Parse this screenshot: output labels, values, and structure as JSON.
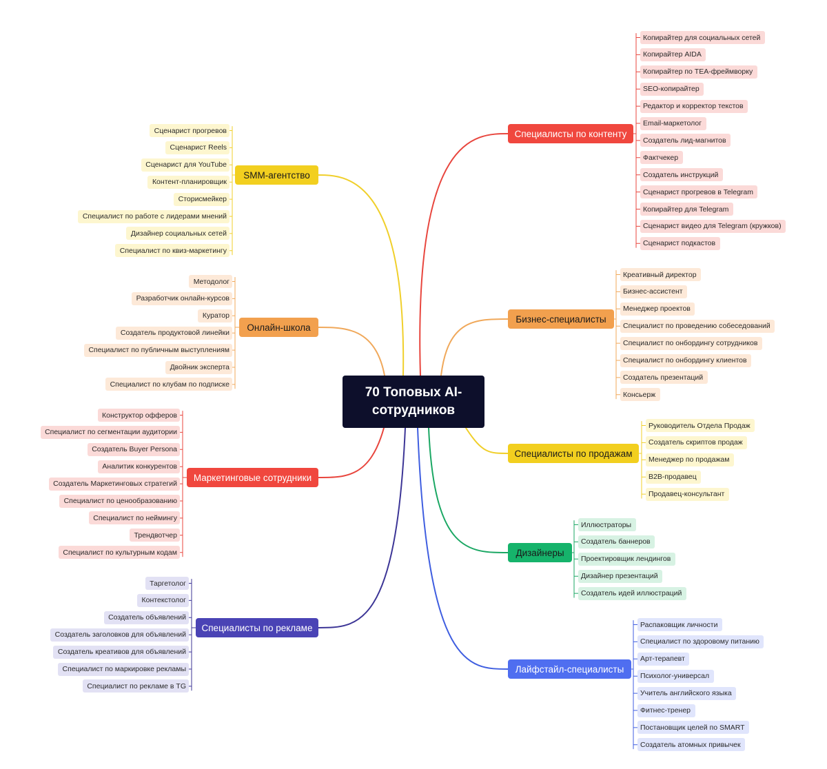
{
  "center_title": "70 Топовых AI-сотрудников",
  "branches": [
    {
      "label": "SMM-агентство",
      "color": "#f2cf1f",
      "text_color": "#1a1a1a",
      "leaf_bg": "#fdf6cf",
      "line": "#f0cf2a",
      "leaves": [
        "Сценарист прогревов",
        "Сценарист Reels",
        "Сценарист для YouTube",
        "Контент-планировщик",
        "Сторисмейкер",
        "Специалист по работе с лидерами мнений",
        "Дизайнер социальных сетей",
        "Специалист по квиз-маркетингу"
      ]
    },
    {
      "label": "Онлайн-школа",
      "color": "#f2a04e",
      "text_color": "#1a1a1a",
      "leaf_bg": "#fde9d8",
      "line": "#f0a85a",
      "leaves": [
        "Методолог",
        "Разработчик онлайн-курсов",
        "Куратор",
        "Создатель продуктовой линейки",
        "Специалист по публичным выступлениям",
        "Двойник эксперта",
        "Специалист по клубам по подписке"
      ]
    },
    {
      "label": "Маркетинговые сотрудники",
      "color": "#f0473e",
      "text_color": "#ffffff",
      "leaf_bg": "#fbdad8",
      "line": "#e8453d",
      "leaves": [
        "Конструктор офферов",
        "Специалист по сегментации аудитории",
        "Создатель Buyer Persona",
        "Аналитик конкурентов",
        "Создатель Маркетинговых стратегий",
        "Специалист по ценообразованию",
        "Специалист по неймингу",
        "Трендвотчер",
        "Специалист по культурным кодам"
      ]
    },
    {
      "label": "Специалисты по рекламе",
      "color": "#4a43b5",
      "text_color": "#ffffff",
      "leaf_bg": "#e2e1f4",
      "line": "#3c3596",
      "leaves": [
        "Таргетолог",
        "Контекстолог",
        "Создатель объявлений",
        "Создатель заголовков для объявлений",
        "Создатель креативов для объявлений",
        "Специалист по маркировке рекламы",
        "Специалист по рекламе в TG"
      ]
    },
    {
      "label": "Специалисты по контенту",
      "color": "#f0473e",
      "text_color": "#ffffff",
      "leaf_bg": "#fbdad8",
      "line": "#e8453d",
      "leaves": [
        "Копирайтер для социальных сетей",
        "Копирайтер AIDA",
        "Копирайтер по TEA-фреймворку",
        "SEO-копирайтер",
        "Редактор и корректор текстов",
        "Email-маркетолог",
        "Создатель лид-магнитов",
        "Фактчекер",
        "Создатель инструкций",
        "Сценарист прогревов в Telegram",
        "Копирайтер для Telegram",
        "Сценарист видео для Telegram (кружков)",
        "Сценарист подкастов"
      ]
    },
    {
      "label": "Бизнес-специалисты",
      "color": "#f2a04e",
      "text_color": "#1a1a1a",
      "leaf_bg": "#fde9d8",
      "line": "#f0a85a",
      "leaves": [
        "Креативный директор",
        "Бизнес-ассистент",
        "Менеджер проектов",
        "Специалист по проведению собеседований",
        "Специалист по онбордингу сотрудников",
        "Специалист по онбордингу клиентов",
        "Создатель презентаций",
        "Консьерж"
      ]
    },
    {
      "label": "Специалисты по продажам",
      "color": "#f2cf1f",
      "text_color": "#1a1a1a",
      "leaf_bg": "#fdf6cf",
      "line": "#f0cf2a",
      "leaves": [
        "Руководитель Отдела Продаж",
        "Создатель скриптов продаж",
        "Менеджер по продажам",
        "B2B-продавец",
        "Продавец-консультант"
      ]
    },
    {
      "label": "Дизайнеры",
      "color": "#16b36b",
      "text_color": "#1a1a1a",
      "leaf_bg": "#d7f2e3",
      "line": "#1aa763",
      "leaves": [
        "Иллюстраторы",
        "Создатель баннеров",
        "Проектировщик лендингов",
        "Дизайнер презентаций",
        "Создатель идей иллюстраций"
      ]
    },
    {
      "label": "Лайфстайл-специалисты",
      "color": "#4f6ef0",
      "text_color": "#ffffff",
      "leaf_bg": "#e0e5fc",
      "line": "#3f5ee0",
      "leaves": [
        "Распаковщик личности",
        "Специалист по здоровому питанию",
        "Арт-терапевт",
        "Психолог-универсал",
        "Учитель английского языка",
        "Фитнес-тренер",
        "Постановщик целей по SMART",
        "Создатель атомных привычек"
      ]
    }
  ]
}
